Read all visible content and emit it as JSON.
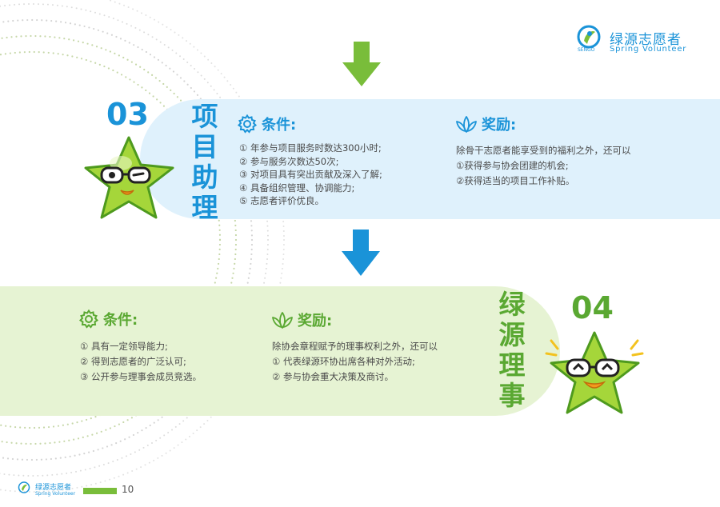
{
  "brand": {
    "name_cn": "绿源志愿者",
    "name_en": "Spring Volunteer",
    "logo_text": "SENGO",
    "colors": {
      "green": "#79bd3a",
      "blue": "#1a93d8",
      "orange": "#f39a1e"
    }
  },
  "section3": {
    "number": "03",
    "title": "项\n目\n助\n理",
    "conditions": {
      "heading": "条件:",
      "items": [
        "① 年参与项目服务时数达300小时;",
        "② 参与服务次数达50次;",
        "③ 对项目具有突出贡献及深入了解;",
        "④ 具备组织管理、协调能力;",
        "⑤ 志愿者评价优良。"
      ]
    },
    "rewards": {
      "heading": "奖励:",
      "items": [
        "除骨干志愿者能享受到的福利之外，还可以",
        "①获得参与协会团建的机会;",
        "②获得适当的项目工作补贴。"
      ]
    }
  },
  "section4": {
    "number": "04",
    "title": "绿\n源\n理\n事",
    "conditions": {
      "heading": "条件:",
      "items": [
        "① 具有一定领导能力;",
        "② 得到志愿者的广泛认可;",
        "③ 公开参与理事会成员竞选。"
      ]
    },
    "rewards": {
      "heading": "奖励:",
      "items": [
        "除协会章程赋予的理事权利之外，还可以",
        "① 代表绿源环协出席各种对外活动;",
        "② 参与协会重大决策及商讨。"
      ]
    }
  },
  "footer": {
    "name_cn": "绿源志愿者",
    "name_en": "Spring Volunteer",
    "page_number": "10"
  },
  "icons": {
    "arrows": [
      "green-down-arrow-icon",
      "blue-down-arrow-icon"
    ],
    "conditions": "gear-icon",
    "rewards": "leaf-icon",
    "mascot": "star-mascot-icon"
  }
}
